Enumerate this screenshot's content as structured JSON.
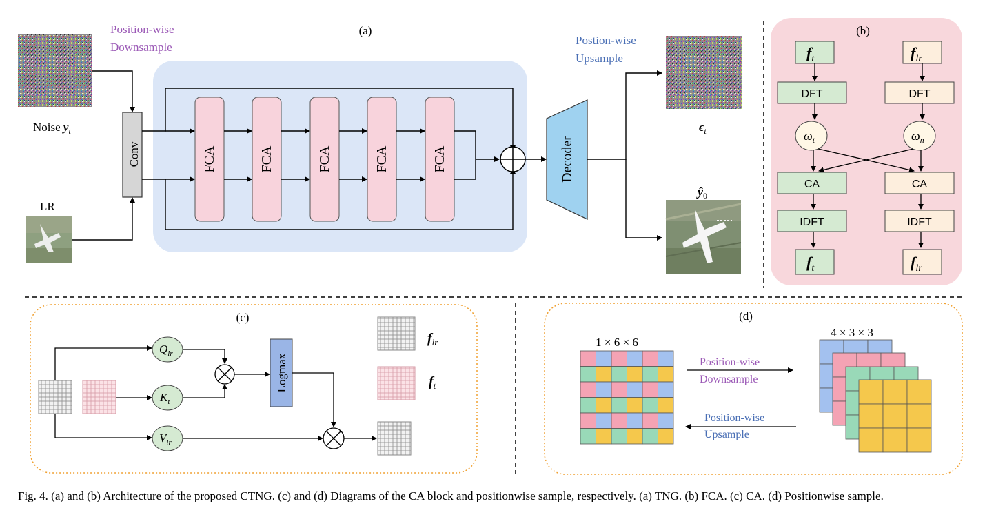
{
  "panel_labels": {
    "a": "(a)",
    "b": "(b)",
    "c": "(c)",
    "d": "(d)"
  },
  "panel_a": {
    "input_noise_label": "Noise ",
    "input_noise_symbol": "y",
    "input_noise_sub": "t",
    "input_lr_label": "LR",
    "downsample_line1": "Position-wise",
    "downsample_line2": "Downsample",
    "upsample_line1": "Postion-wise",
    "upsample_line2": "Upsample",
    "conv_label": "Conv",
    "fca_blocks": [
      "FCA",
      "FCA",
      "FCA",
      "FCA",
      "FCA"
    ],
    "sum_symbol": "⊕",
    "decoder_label": "Decoder",
    "output_noise_symbol": "ϵ",
    "output_noise_sub": "t",
    "output_image_symbol": "ŷ",
    "output_image_sub": "0"
  },
  "panel_b": {
    "left_input_symbol": "f",
    "left_input_sub": "t",
    "right_input_symbol": "f",
    "right_input_sub": "lr",
    "dft_label": "DFT",
    "left_omega_symbol": "ω",
    "left_omega_sub": "t",
    "right_omega_symbol": "ω",
    "right_omega_sub": "n",
    "ca_label": "CA",
    "idft_label": "IDFT",
    "left_output_symbol": "f",
    "left_output_sub": "t",
    "right_output_symbol": "f",
    "right_output_sub": "lr"
  },
  "panel_c": {
    "q_symbol": "Q",
    "q_sub": "lr",
    "k_symbol": "K",
    "k_sub": "t",
    "v_symbol": "V",
    "v_sub": "lr",
    "multiply_symbol": "⊗",
    "logmax_label": "Logmax",
    "legend_lr_symbol": "f",
    "legend_lr_sub": "lr",
    "legend_t_symbol": "f",
    "legend_t_sub": "t"
  },
  "panel_d": {
    "left_dims": "1 × 6 × 6",
    "right_dims": "4 × 3 × 3",
    "down_line1": "Position-wise",
    "down_line2": "Downsample",
    "up_line1": "Position-wise",
    "up_line2": "Upsample"
  },
  "caption": "Fig. 4.   (a) and (b) Architecture of the proposed CTNG. (c) and (d) Diagrams of the CA block and positionwise sample, respectively. (a) TNG. (b) FCA. (c) CA. (d) Positionwise sample.",
  "colors": {
    "panel_a_bg": "#dbe6f7",
    "panel_b_bg": "#f8d7dc",
    "fca_fill": "#f8d3dc",
    "conv_fill": "#d6d6d6",
    "decoder_fill": "#9fd2f0",
    "green_fill": "#d5ead2",
    "cream_fill": "#fdeedd",
    "logmax_fill": "#9ab5e6",
    "orange_dash": "#f0a030",
    "downsample_text": "#9b59b6",
    "upsample_text": "#4a6fb5",
    "cell_pink": "#f4a3b4",
    "cell_blue": "#a3c1ef",
    "cell_green": "#99d9b8",
    "cell_yellow": "#f5c84c"
  }
}
